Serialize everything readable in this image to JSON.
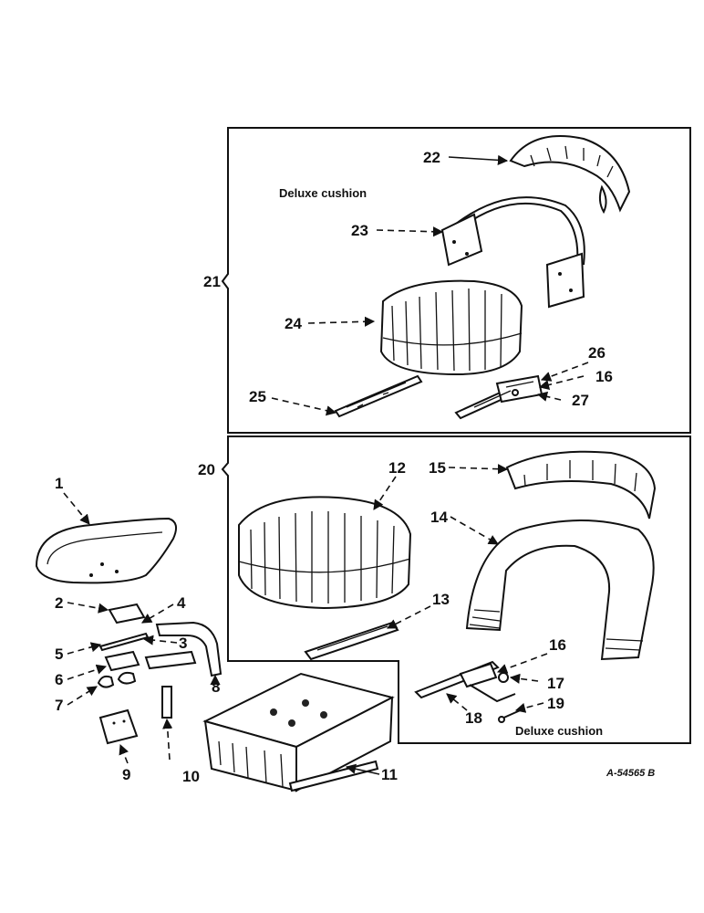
{
  "figure": {
    "catalog_number": "A-54565 B",
    "captions": {
      "upper_group": "Deluxe cushion",
      "lower_group": "Deluxe cushion"
    }
  },
  "callouts": [
    "1",
    "2",
    "3",
    "4",
    "5",
    "6",
    "7",
    "8",
    "9",
    "10",
    "11",
    "12",
    "13",
    "14",
    "15",
    "16",
    "17",
    "18",
    "19",
    "20",
    "21",
    "22",
    "23",
    "24",
    "25",
    "26",
    "16",
    "27"
  ]
}
